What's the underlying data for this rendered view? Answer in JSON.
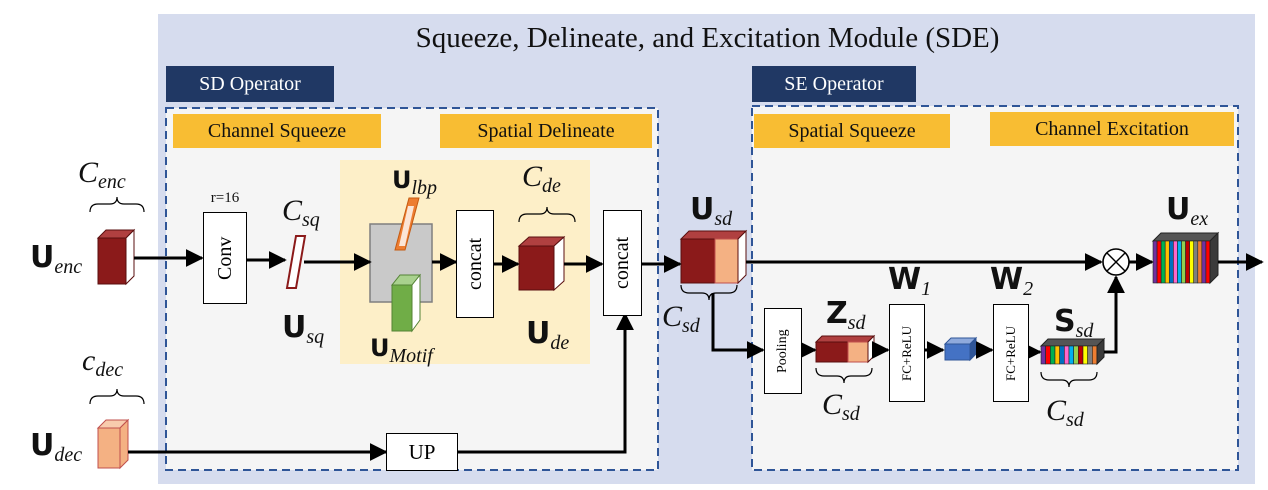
{
  "title": "Squeeze, Delineate, and Excitation  Module (SDE)",
  "sd_operator": {
    "tab": "SD Operator",
    "channel_squeeze": "Channel Squeeze",
    "spatial_delineate": "Spatial Delineate",
    "conv": "Conv",
    "ratio": "r=16",
    "concat_inner": "concat",
    "concat_outer": "concat",
    "up": "UP"
  },
  "se_operator": {
    "tab": "SE Operator",
    "spatial_squeeze": "Spatial Squeeze",
    "channel_excitation": "Channel Excitation",
    "pooling": "Pooling",
    "fc1": "FC+ReLU",
    "fc2": "FC+ReLU"
  },
  "labels": {
    "c_enc_base": "C",
    "c_enc_sub": "enc",
    "u_enc_base": "U",
    "u_enc_sub": "enc",
    "c_dec_base": "c",
    "c_dec_sub": "dec",
    "u_dec_base": "U",
    "u_dec_sub": "dec",
    "c_sq_base": "C",
    "c_sq_sub": "sq",
    "u_sq_base": "U",
    "u_sq_sub": "sq",
    "u_lbp_base": "U",
    "u_lbp_sub": "lbp",
    "u_motif_base": "U",
    "u_motif_sub": "Motif",
    "c_de_base": "C",
    "c_de_sub": "de",
    "u_de_base": "U",
    "u_de_sub": "de",
    "u_sd_base": "U",
    "u_sd_sub": "sd",
    "c_sd1_base": "C",
    "c_sd1_sub": "sd",
    "z_sd_base": "Z",
    "z_sd_sub": "sd",
    "c_sd2_base": "C",
    "c_sd2_sub": "sd",
    "w1_base": "W",
    "w1_sub": "1",
    "w2_base": "W",
    "w2_sub": "2",
    "s_sd_base": "S",
    "s_sd_sub": "sd",
    "c_sd3_base": "C",
    "c_sd3_sub": "sd",
    "u_ex_base": "U",
    "u_ex_sub": "ex",
    "multiply_symbol": "⊗"
  },
  "colors": {
    "background_panel": "#D6DCEE",
    "tab_navy": "#203864",
    "label_yellow": "#F8BD33",
    "delineate_bg": "#FDEFC8",
    "dark_red": "#8B1A1A",
    "salmon": "#F4B183",
    "orange": "#ED7D31",
    "green": "#70AD47",
    "blue_box": "#4472C4",
    "dashed_border": "#2F5597"
  }
}
